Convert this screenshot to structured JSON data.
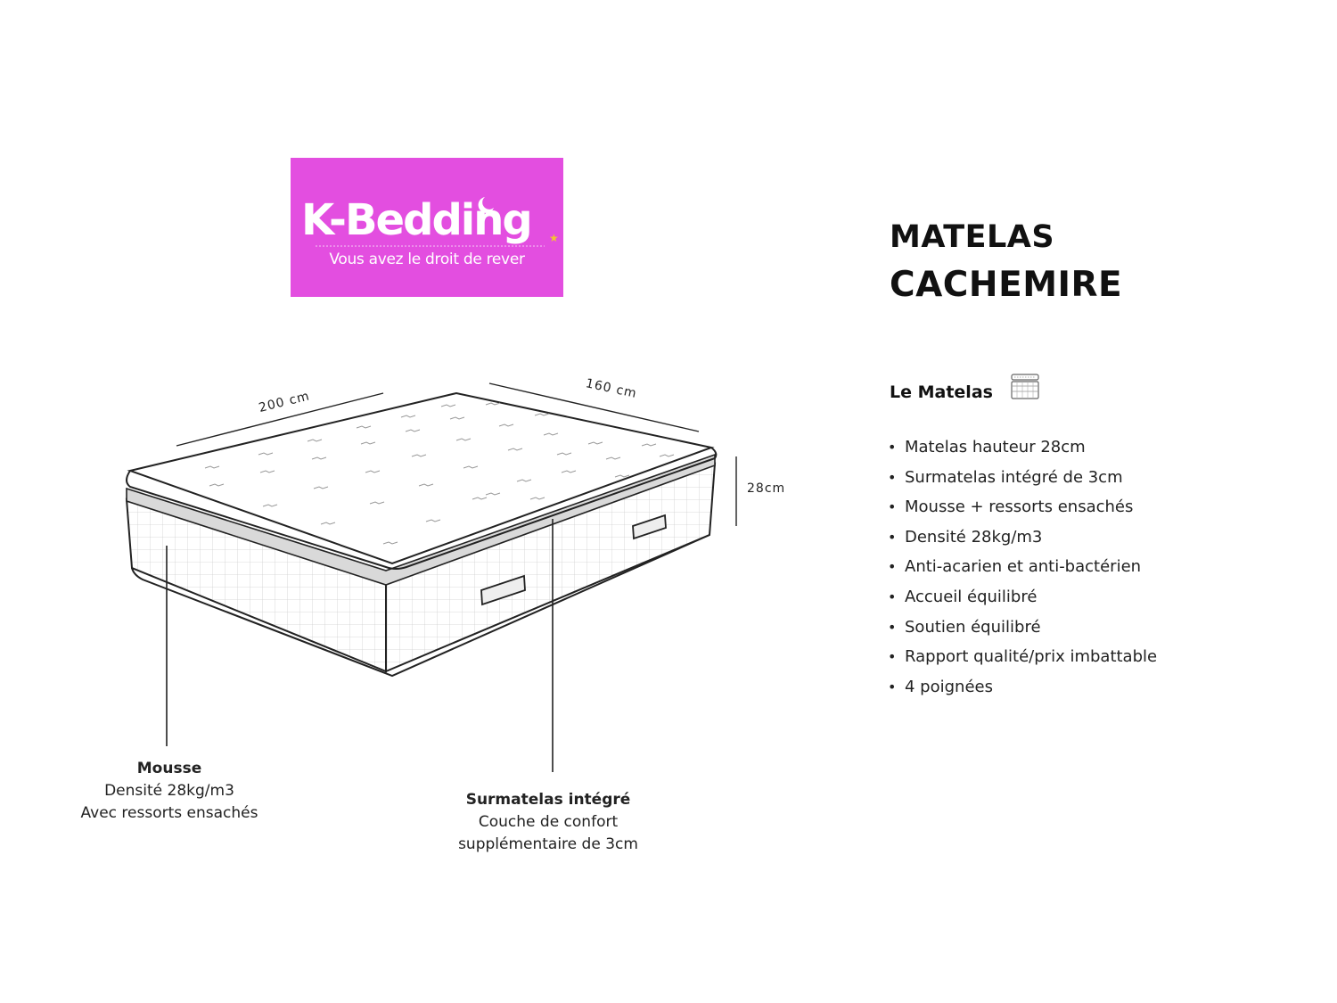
{
  "logo": {
    "name": "K-Bedding",
    "tagline": "Vous avez le droit de rever",
    "background": "#e34ee0"
  },
  "product": {
    "title_line1": "MATELAS",
    "title_line2": "CACHEMIRE"
  },
  "section": {
    "heading": "Le Matelas",
    "icon": "mattress-icon"
  },
  "features": [
    "Matelas hauteur 28cm",
    "Surmatelas intégré de 3cm",
    "Mousse + ressorts ensachés",
    "Densité 28kg/m3",
    "Anti-acarien et anti-bactérien",
    "Accueil équilibré",
    "Soutien équilibré",
    "Rapport qualité/prix imbattable",
    "4 poignées"
  ],
  "dimensions": {
    "length": "200 cm",
    "width": "160 cm",
    "height": "28cm"
  },
  "callouts": {
    "mousse": {
      "heading": "Mousse",
      "line1": "Densité 28kg/m3",
      "line2": "Avec ressorts ensachés"
    },
    "surmatelas": {
      "heading": "Surmatelas intégré",
      "line1": "Couche de confort",
      "line2": "supplémentaire de 3cm"
    }
  }
}
